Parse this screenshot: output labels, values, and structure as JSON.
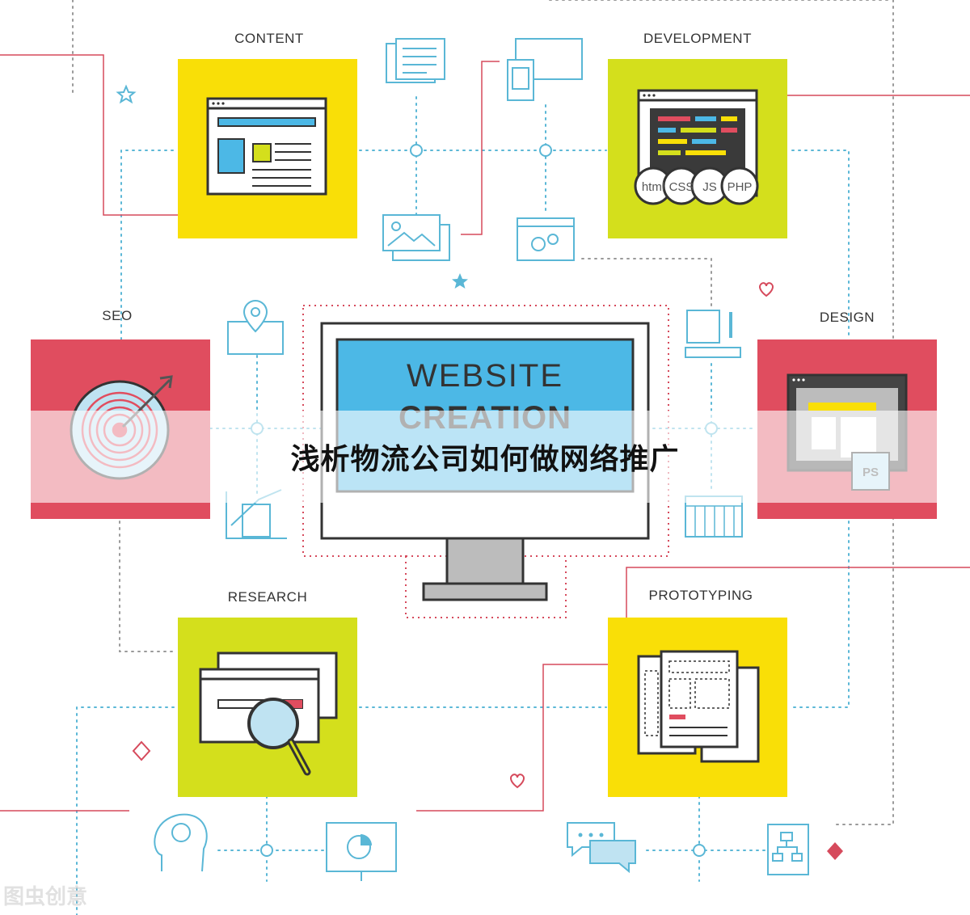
{
  "banner": {
    "title": "浅析物流公司如何做网络推广"
  },
  "center": {
    "line1": "WEBSITE",
    "line2": "CREATION"
  },
  "sections": {
    "content": "CONTENT",
    "development": "DEVELOPMENT",
    "seo": "SEO",
    "design": "DESIGN",
    "research": "RESEARCH",
    "prototyping": "PROTOTYPING"
  },
  "dev_badges": [
    "html",
    "CSS",
    "JS",
    "PHP"
  ],
  "design_badge": "PS",
  "watermark": "图虫创意",
  "colors": {
    "yellow": "#f9df07",
    "lime": "#d4df1c",
    "red": "#e04d5f",
    "blue": "#5ab7d6",
    "screen": "#4cb8e6"
  },
  "icons": [
    "star-icon",
    "heart-icon",
    "diamond-icon",
    "document-icon",
    "tablet-icon",
    "image-icon",
    "settings-window-icon",
    "map-pin-icon",
    "growth-chart-icon",
    "crop-tool-icon",
    "grid-table-icon",
    "idea-head-icon",
    "pie-chart-board-icon",
    "chat-bubbles-icon",
    "sitemap-icon",
    "target-icon",
    "magnifier-icon"
  ]
}
